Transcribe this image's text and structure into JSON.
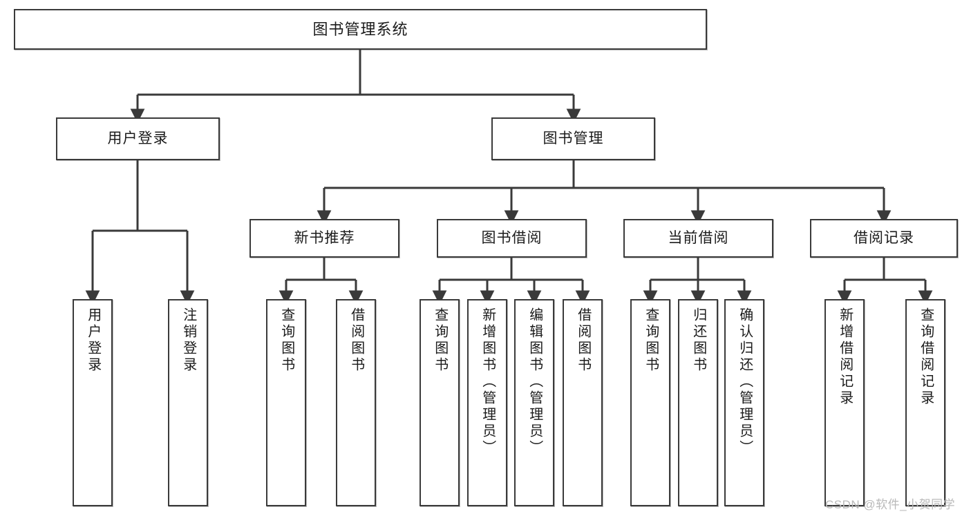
{
  "diagram": {
    "title": "图书管理系统",
    "watermark": "CSDN @软件_小贺同学",
    "levels": {
      "root": "图书管理系统",
      "level2": [
        "用户登录",
        "图书管理"
      ],
      "level3": [
        "新书推荐",
        "图书借阅",
        "当前借阅",
        "借阅记录"
      ]
    },
    "nodes": {
      "root": {
        "label": "图书管理系统"
      },
      "user_login": {
        "label": "用户登录"
      },
      "book_manage": {
        "label": "图书管理"
      },
      "new_book_rec": {
        "label": "新书推荐"
      },
      "book_borrow": {
        "label": "图书借阅"
      },
      "current_borrow": {
        "label": "当前借阅"
      },
      "borrow_record": {
        "label": "借阅记录"
      },
      "leaf_user_login": {
        "label": "用户登录"
      },
      "leaf_logout": {
        "label": "注销登录"
      },
      "leaf_query_book_a": {
        "label": "查询图书"
      },
      "leaf_borrow_book_a": {
        "label": "借阅图书"
      },
      "leaf_query_book_b": {
        "label": "查询图书"
      },
      "leaf_add_book": {
        "label": "新增图书（管理员）"
      },
      "leaf_edit_book": {
        "label": "编辑图书（管理员）"
      },
      "leaf_borrow_book_b": {
        "label": "借阅图书"
      },
      "leaf_query_book_c": {
        "label": "查询图书"
      },
      "leaf_return_book": {
        "label": "归还图书"
      },
      "leaf_confirm_return": {
        "label": "确认归还（管理员）"
      },
      "leaf_add_record": {
        "label": "新增借阅记录"
      },
      "leaf_query_record": {
        "label": "查询借阅记录"
      }
    },
    "edges": [
      {
        "from": "root",
        "to": "user_login"
      },
      {
        "from": "root",
        "to": "book_manage"
      },
      {
        "from": "user_login",
        "to": "leaf_user_login"
      },
      {
        "from": "user_login",
        "to": "leaf_logout"
      },
      {
        "from": "book_manage",
        "to": "new_book_rec"
      },
      {
        "from": "book_manage",
        "to": "book_borrow"
      },
      {
        "from": "book_manage",
        "to": "current_borrow"
      },
      {
        "from": "book_manage",
        "to": "borrow_record"
      },
      {
        "from": "new_book_rec",
        "to": "leaf_query_book_a"
      },
      {
        "from": "new_book_rec",
        "to": "leaf_borrow_book_a"
      },
      {
        "from": "book_borrow",
        "to": "leaf_query_book_b"
      },
      {
        "from": "book_borrow",
        "to": "leaf_add_book"
      },
      {
        "from": "book_borrow",
        "to": "leaf_edit_book"
      },
      {
        "from": "book_borrow",
        "to": "leaf_borrow_book_b"
      },
      {
        "from": "current_borrow",
        "to": "leaf_query_book_c"
      },
      {
        "from": "current_borrow",
        "to": "leaf_return_book"
      },
      {
        "from": "current_borrow",
        "to": "leaf_confirm_return"
      },
      {
        "from": "borrow_record",
        "to": "leaf_add_record"
      },
      {
        "from": "borrow_record",
        "to": "leaf_query_record"
      }
    ],
    "colors": {
      "stroke": "#3a3a3a",
      "fill": "#ffffff",
      "text": "#1b1b1b",
      "watermark": "#b9b9b9"
    }
  }
}
